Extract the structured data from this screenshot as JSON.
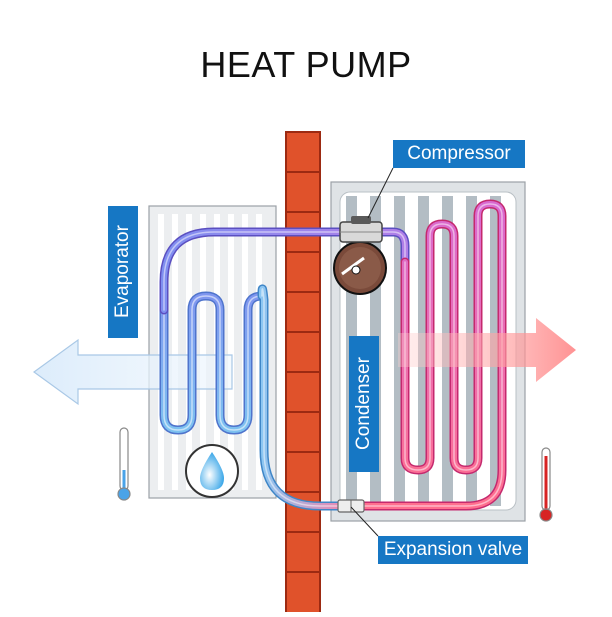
{
  "title": "HEAT PUMP",
  "labels": {
    "compressor": "Compressor",
    "evaporator": "Evaporator",
    "condenser": "Condenser",
    "expansion_valve": "Expansion valve"
  },
  "colors": {
    "label_bg": "#1677c4",
    "wall": "#e0522b",
    "cold_pipe": "#7fb8ee",
    "hot_pipe": "#ff6f8e",
    "mixed_pipe": "#9a86e8",
    "cold_arrow": "#d9ebfb",
    "hot_arrow": "#ff8a8a"
  },
  "icons": [
    "thermometer-cold-icon",
    "thermometer-hot-icon",
    "water-drop-icon",
    "compressor-icon",
    "expansion-valve-icon"
  ]
}
